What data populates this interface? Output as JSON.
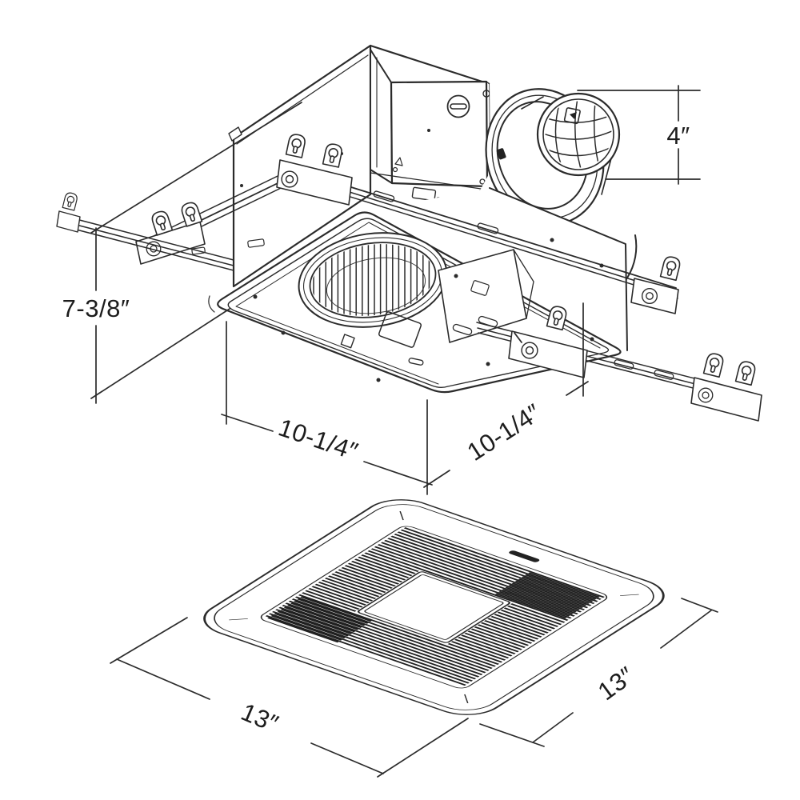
{
  "diagram": {
    "background": "#ffffff",
    "line_color": "#2b2b2b",
    "views": {
      "housing": {
        "name": "fan-housing-isometric-view"
      },
      "grille": {
        "name": "grille-isometric-view"
      }
    },
    "dimensions": {
      "housing_height": {
        "label": "7-3/8″"
      },
      "duct_diameter": {
        "label": "4″"
      },
      "housing_width": {
        "label": "10-1/4″"
      },
      "housing_depth": {
        "label": "10-1/4″"
      },
      "grille_width": {
        "label": "13″"
      },
      "grille_depth": {
        "label": "13″"
      }
    },
    "icons": {
      "grille_logo_mark": "embossed-brand-logo"
    }
  }
}
